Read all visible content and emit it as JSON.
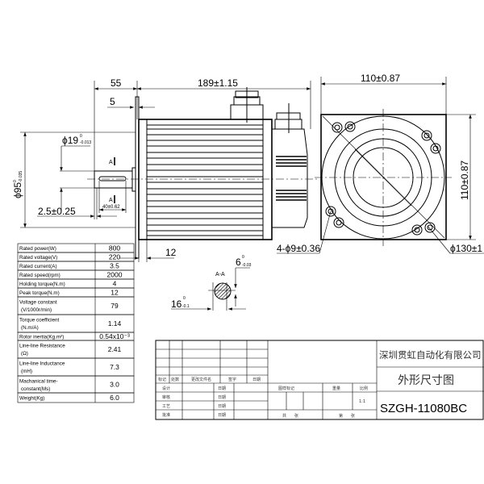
{
  "dimensions": {
    "shaft_length": "55",
    "body_length": "189±1.15",
    "flange_step": "5",
    "shaft_dia": "ϕ19",
    "shaft_dia_tol_upper": "0",
    "shaft_dia_tol_lower": "-0.013",
    "spigot_dia": "ϕ95",
    "spigot_dia_tol_upper": "0",
    "spigot_dia_tol_lower": "-0.035",
    "key_offset": "2.5±0.25",
    "key_length": "40±0.62",
    "flange_thickness": "12",
    "flange_width": "110±0.87",
    "flange_height": "110±0.87",
    "mount_holes": "4-ϕ9±0.36",
    "pcd": "ϕ130±1",
    "key_width": "6",
    "key_width_tol_upper": "0",
    "key_width_tol_lower": "-0.03",
    "key_depth": "16",
    "key_depth_tol_upper": "0",
    "key_depth_tol_lower": "-0.1",
    "section_label": "A-A",
    "section_mark": "A"
  },
  "specs": [
    {
      "label": "Rated power(W)",
      "value": "800"
    },
    {
      "label": "Rated voltage(V)",
      "value": "220"
    },
    {
      "label": "Rated current(A)",
      "value": "3.5"
    },
    {
      "label": "Rated speed(rpm)",
      "value": "2000"
    },
    {
      "label": "Holding torque(N.m)",
      "value": "4"
    },
    {
      "label": "Peak torque(N.m)",
      "value": "12"
    },
    {
      "label": "Voltage constant",
      "label2": "(V/1000r/min)",
      "value": "79"
    },
    {
      "label": "Torque coefficient",
      "label2": "(N.m/A)",
      "value": "1.14"
    },
    {
      "label": "Rotor inertia(Kg.m²)",
      "value": "0.54x10⁻³"
    },
    {
      "label": "Line-line Resistance",
      "label2": "(Ω)",
      "value": "2.41"
    },
    {
      "label": "Line-line Inductance",
      "label2": "(mH)",
      "value": "7.3"
    },
    {
      "label": "Machanical time-",
      "label2": "constant(Ms)",
      "value": "3.0"
    },
    {
      "label": "Weight(Kg)",
      "value": "6.0"
    }
  ],
  "title_block": {
    "company": "深圳贯虹自动化有限公司",
    "drawing_title": "外形尺寸图",
    "model": "SZGH-11080BC",
    "headers": {
      "mark": "标记",
      "count": "处数",
      "doc": "更改文件名",
      "sign": "签字",
      "date": "日期"
    },
    "roles": [
      "设计",
      "审核",
      "工艺",
      "批准"
    ],
    "date_label": "日期",
    "sample_mark": "图样标记",
    "weight": "重量",
    "scale": "比例",
    "scale_value": "1:1",
    "total_sheets": "共　　张",
    "sheet_no": "第　　张"
  }
}
